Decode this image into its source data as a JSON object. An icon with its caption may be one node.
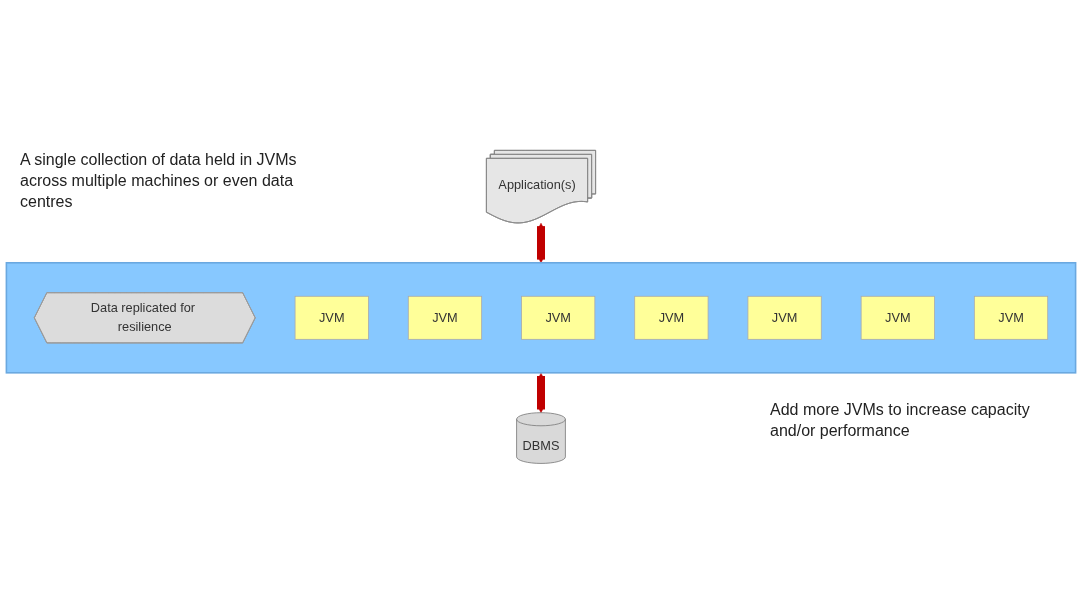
{
  "diagram": {
    "nodes": [
      {
        "text": [
          "Application(s)"
        ]
      },
      {
        "text": [],
        "shape": "box"
      },
      {
        "text": [
          "Data replicated for resilience"
        ],
        "in": 1
      },
      {
        "text": [
          "JVM"
        ],
        "in": 1
      },
      {
        "text": [
          "JVM"
        ],
        "in": 1
      },
      {
        "text": [
          "JVM"
        ],
        "in": 1
      },
      {
        "text": [
          "JVM"
        ],
        "in": 1
      },
      {
        "text": [
          "JVM"
        ],
        "in": 1
      },
      {
        "text": [
          "JVM"
        ],
        "in": 1
      },
      {
        "text": [
          "JVM"
        ],
        "in": 1
      },
      {
        "text": [
          "DBMS"
        ]
      }
    ],
    "edges": [
      {
        "from": 0,
        "to": 1,
        "arrow": "both"
      },
      {
        "from": 1,
        "to": 10,
        "arrow": "both"
      }
    ],
    "labels": [
      "A single collection of data held in JVMs across multiple machines or even data centres",
      "Add more JVMs to increase capacity and/or performance"
    ]
  }
}
